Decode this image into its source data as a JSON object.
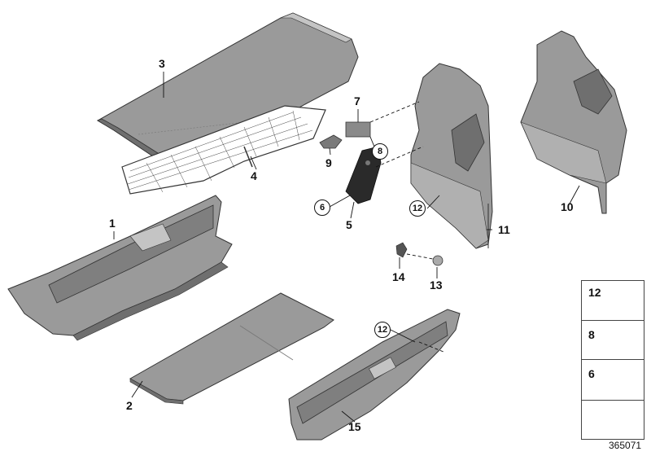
{
  "diagram": {
    "callouts": {
      "c1": "1",
      "c2": "2",
      "c3": "3",
      "c4": "4",
      "c5": "5",
      "c7": "7",
      "c9": "9",
      "c10": "10",
      "c11": "11",
      "c13": "13",
      "c14": "14",
      "c15": "15"
    },
    "circled": {
      "o6": "6",
      "o8": "8",
      "o12a": "12",
      "o12b": "12"
    },
    "legend": {
      "items": [
        "12",
        "8",
        "6"
      ]
    },
    "reference_number": "365071",
    "colors": {
      "part_fill": "#9a9a9a",
      "part_dark": "#6f6f6f",
      "part_light": "#c4c4c4",
      "outline": "#333333"
    }
  }
}
